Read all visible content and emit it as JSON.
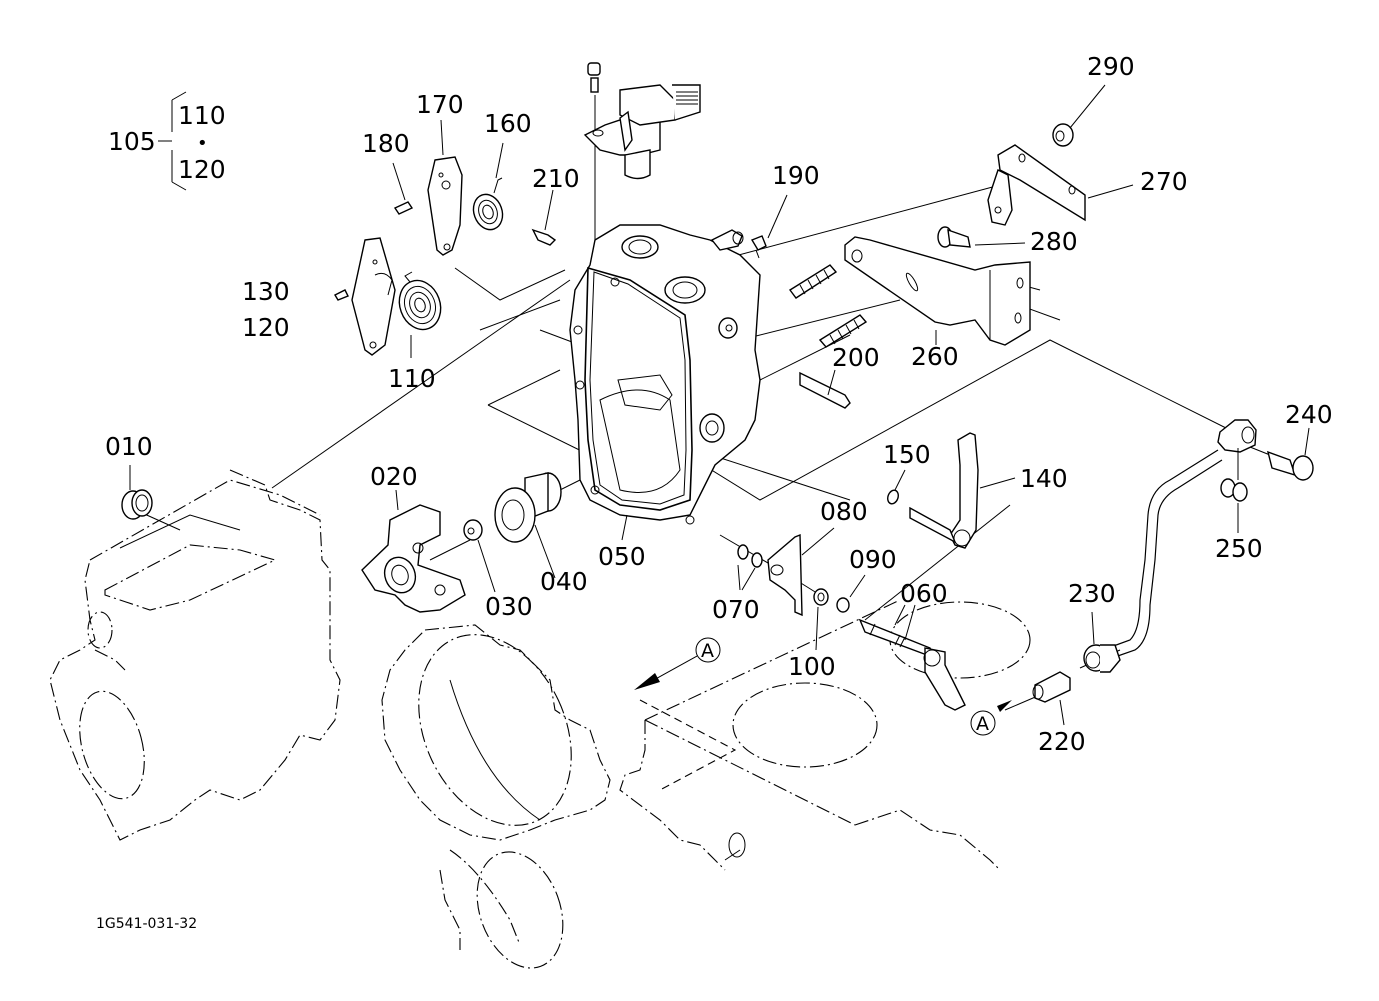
{
  "diagram": {
    "type": "exploded-parts-diagram",
    "reference_code": "1G541-031-32",
    "group_note": {
      "parent": "105",
      "children": [
        "110",
        "120"
      ],
      "separator": "•"
    },
    "section_marker": "A",
    "parts": [
      {
        "id": "010",
        "label": "010"
      },
      {
        "id": "020",
        "label": "020"
      },
      {
        "id": "030",
        "label": "030"
      },
      {
        "id": "040",
        "label": "040"
      },
      {
        "id": "050",
        "label": "050"
      },
      {
        "id": "060",
        "label": "060"
      },
      {
        "id": "070",
        "label": "070"
      },
      {
        "id": "080",
        "label": "080"
      },
      {
        "id": "090",
        "label": "090"
      },
      {
        "id": "100",
        "label": "100"
      },
      {
        "id": "110",
        "label": "110"
      },
      {
        "id": "120",
        "label": "120"
      },
      {
        "id": "130",
        "label": "130"
      },
      {
        "id": "140",
        "label": "140"
      },
      {
        "id": "150",
        "label": "150"
      },
      {
        "id": "160",
        "label": "160"
      },
      {
        "id": "170",
        "label": "170"
      },
      {
        "id": "180",
        "label": "180"
      },
      {
        "id": "190",
        "label": "190"
      },
      {
        "id": "200",
        "label": "200"
      },
      {
        "id": "210",
        "label": "210"
      },
      {
        "id": "220",
        "label": "220"
      },
      {
        "id": "230",
        "label": "230"
      },
      {
        "id": "240",
        "label": "240"
      },
      {
        "id": "250",
        "label": "250"
      },
      {
        "id": "260",
        "label": "260"
      },
      {
        "id": "270",
        "label": "270"
      },
      {
        "id": "280",
        "label": "280"
      },
      {
        "id": "290",
        "label": "290"
      }
    ]
  }
}
